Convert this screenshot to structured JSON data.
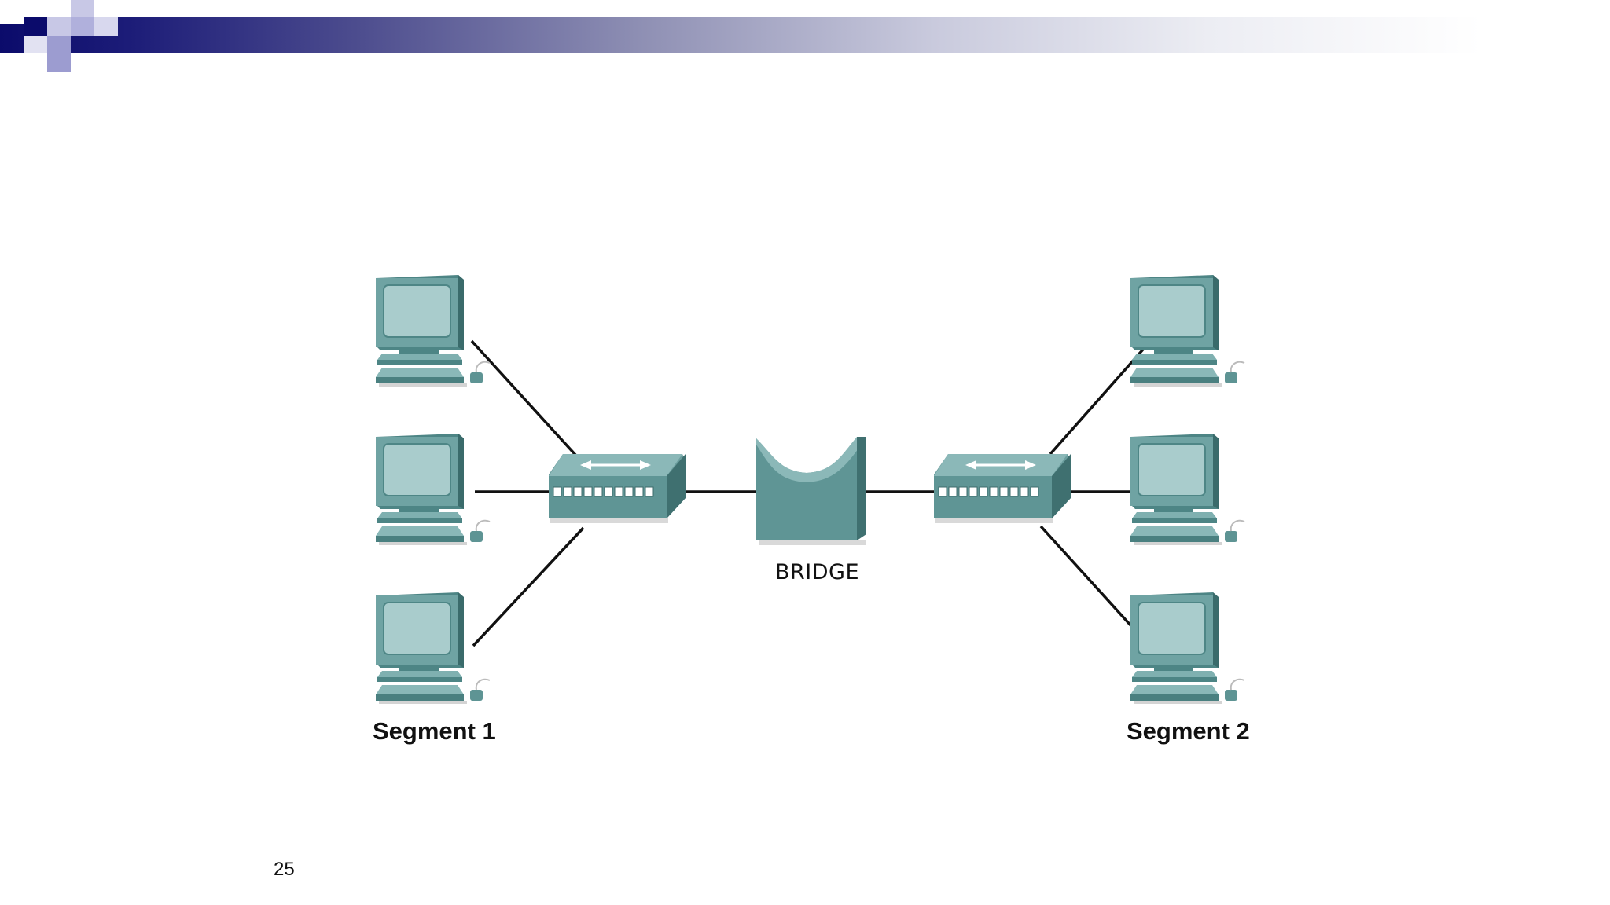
{
  "slide": {
    "page_number": "25"
  },
  "diagram": {
    "bridge_label": "BRIDGE",
    "segments": [
      {
        "label": "Segment 1"
      },
      {
        "label": "Segment 2"
      }
    ]
  },
  "colors": {
    "header_dark": "#0b0b6b",
    "header_mid": "#8f90b4",
    "device_teal": "#5f9696",
    "device_light": "#9fc3c3",
    "device_dark": "#3e6e6e"
  },
  "icons": {
    "pc": "desktop-computer-icon",
    "hub": "hub-icon",
    "bridge": "bridge-icon"
  }
}
